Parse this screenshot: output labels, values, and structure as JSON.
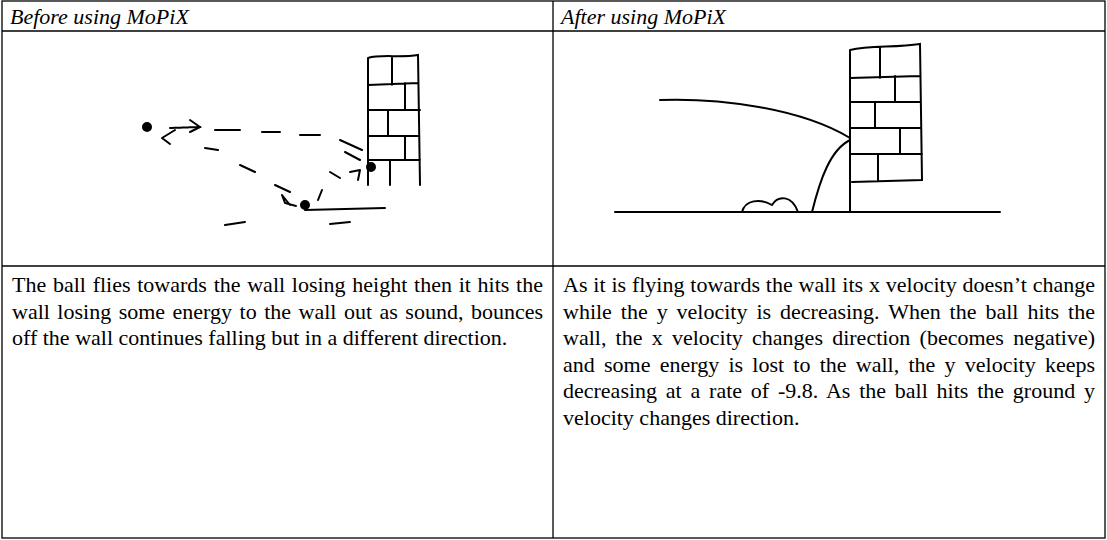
{
  "diagram": {
    "labels": [
      "Before using MoPiX",
      "After using MoPiX",
      "The ball flies towards the wall losing height then it hits the wall losing some energy to the wall out as sound, bounces off the wall continues falling but in a different direction.",
      "As it is flying towards the wall its x velocity doesn’t change while the y velocity is decreasing. When the ball hits the wall, the x velocity changes direction (becomes negative) and some energy is lost to the wall, the y velocity keeps decreasing at a rate of -9.8. As the ball hits the ground y velocity changes direction."
    ]
  }
}
